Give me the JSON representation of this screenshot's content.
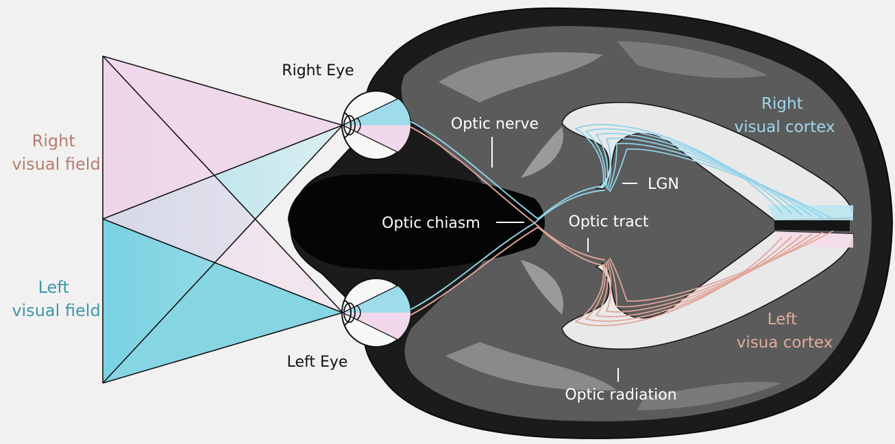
{
  "labels": {
    "right_visual_field": [
      "Right",
      "visual field"
    ],
    "left_visual_field": [
      "Left",
      "visual field"
    ],
    "right_eye": "Right Eye",
    "left_eye": "Left Eye",
    "optic_nerve": "Optic nerve",
    "optic_chiasm": "Optic chiasm",
    "optic_tract": "Optic tract",
    "lgn": "LGN",
    "optic_radiation": "Optic radiation",
    "right_visual_cortex": [
      "Right",
      "visual cortex"
    ],
    "left_visual_cortex": [
      "Left",
      "visua cortex"
    ]
  },
  "colors": {
    "background": "#f1f1f1",
    "right_field_pink": "#efd6ea",
    "left_field_blue": "#7fd3e2",
    "pathway_blue": "#8fd3ea",
    "pathway_pink": "#e0a59a",
    "right_label": "#b57d6d",
    "left_label": "#3f97ac",
    "cortex_right_label": "#9ed8ec",
    "cortex_left_label": "#e2aa9c",
    "white_label": "#ffffff"
  }
}
